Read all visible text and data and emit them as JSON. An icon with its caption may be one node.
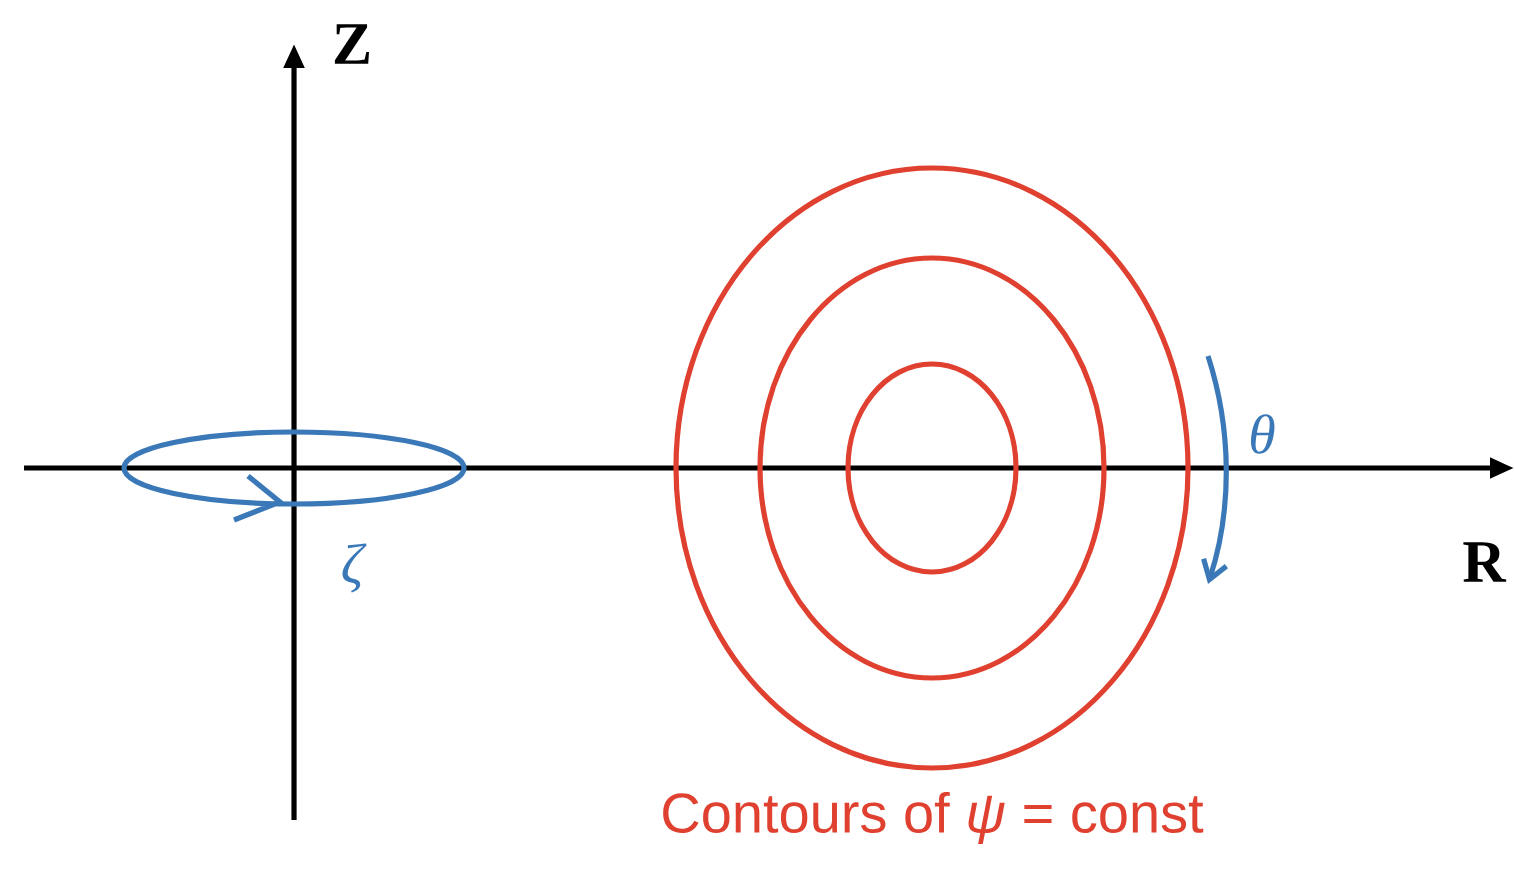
{
  "diagram": {
    "labels": [
      "Z",
      "θ",
      "R",
      "ζ",
      "Contours of *ψ* = const"
    ]
  }
}
